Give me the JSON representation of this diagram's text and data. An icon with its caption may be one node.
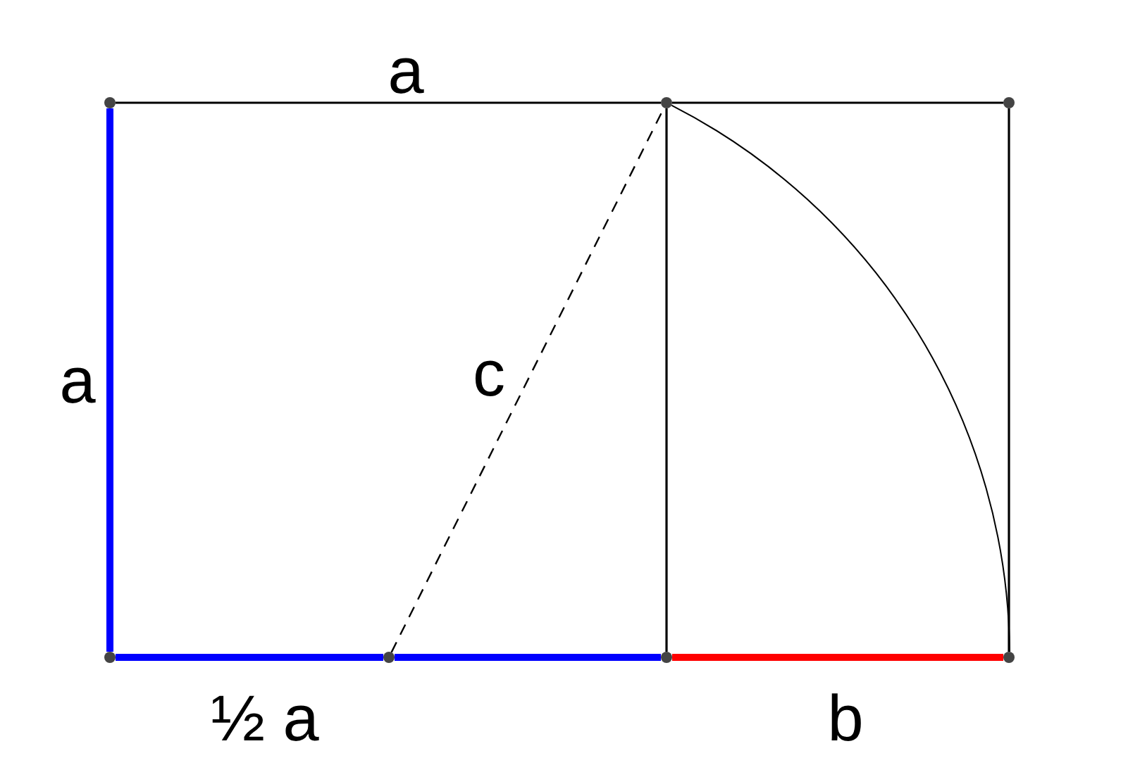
{
  "diagram": {
    "nodes": [
      {
        "text": [],
        "shape": "circle"
      },
      {
        "text": [],
        "shape": "circle"
      },
      {
        "text": [],
        "shape": "circle"
      },
      {
        "text": [],
        "shape": "circle"
      },
      {
        "text": [],
        "shape": "circle"
      },
      {
        "text": [],
        "shape": "circle"
      },
      {
        "text": [],
        "shape": "circle"
      }
    ],
    "edges": [
      {
        "from": 0,
        "to": 1,
        "arrow": "none",
        "label": "a"
      },
      {
        "from": 1,
        "to": 2,
        "arrow": "none"
      },
      {
        "from": 0,
        "to": 3,
        "arrow": "none",
        "label": "a",
        "style": "thick",
        "color": "#0000ff"
      },
      {
        "from": 3,
        "to": 4,
        "arrow": "none",
        "label": "½ a",
        "style": "thick",
        "color": "#0000ff"
      },
      {
        "from": 4,
        "to": 5,
        "arrow": "none",
        "style": "thick",
        "color": "#0000ff"
      },
      {
        "from": 5,
        "to": 6,
        "arrow": "none",
        "label": "b",
        "style": "thick",
        "color": "#ff0000"
      },
      {
        "from": 1,
        "to": 5,
        "arrow": "none"
      },
      {
        "from": 2,
        "to": 6,
        "arrow": "none"
      },
      {
        "from": 4,
        "to": 1,
        "arrow": "none",
        "label": "c",
        "style": "dashed"
      },
      {
        "from": 1,
        "to": 6,
        "arrow": "none"
      }
    ]
  }
}
